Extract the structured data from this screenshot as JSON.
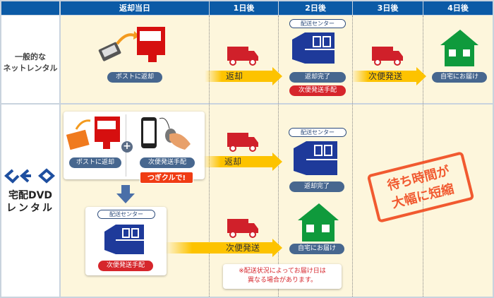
{
  "header": {
    "columns": [
      "返却当日",
      "1日後",
      "2日後",
      "3日後",
      "4日後"
    ]
  },
  "rows": {
    "general": {
      "label_line1": "一般的な",
      "label_line2": "ネットレンタル",
      "post_return": "ポストに返却",
      "arrow_return": "返却",
      "center_label": "配送センター",
      "return_done": "返却完了",
      "next_arrange": "次便発送手配",
      "arrow_next": "次便発送",
      "home": "自宅にお届け"
    },
    "geo": {
      "logo": "GEO",
      "label_line1": "宅配DVD",
      "label_line2": "レンタル",
      "post_return": "ポストに返却",
      "next_arrange": "次便発送手配",
      "callout": "つぎクルで!",
      "center_label": "配送センター",
      "center_arrange": "次便発送手配",
      "arrow_return": "返却",
      "return_center_label": "配送センター",
      "return_done": "返却完了",
      "arrow_next": "次便発送",
      "home": "自宅にお届け",
      "note_line1": "※配送状況によってお届け日は",
      "note_line2": "異なる場合があります。",
      "stamp_line1": "待ち時間が",
      "stamp_line2": "大幅に短縮"
    }
  },
  "colors": {
    "header": "#0b5aa6",
    "arrow": "#fdc300",
    "truck": "#d0202a",
    "building": "#1e3a9a",
    "house": "#0f9a3c",
    "stamp": "#f04a1e"
  }
}
